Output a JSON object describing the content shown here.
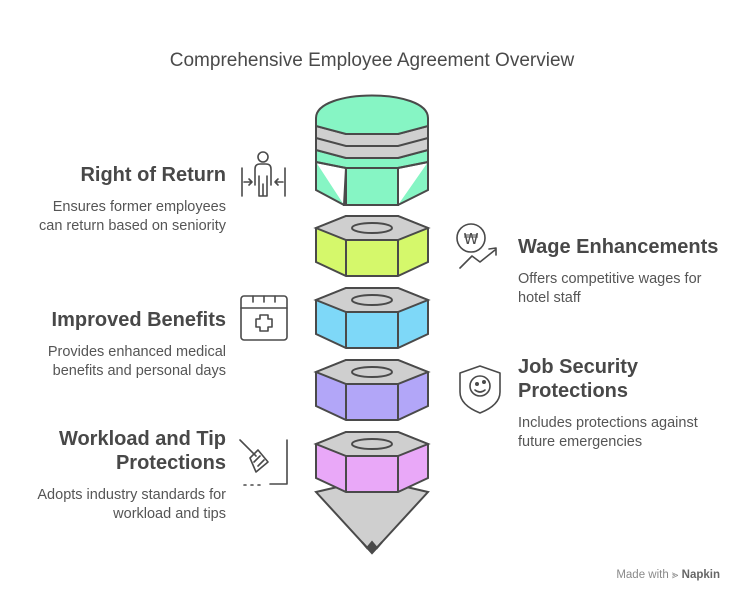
{
  "title": "Comprehensive Employee Agreement Overview",
  "items": [
    {
      "heading_line1": "Right of Return",
      "heading_line2": "",
      "desc_line1": "Ensures former employees",
      "desc_line2": "can return based on seniority",
      "icon": "person-return-icon",
      "side": "left",
      "color": "#86f5c4"
    },
    {
      "heading_line1": "Wage Enhancements",
      "heading_line2": "",
      "desc_line1": "Offers competitive wages for",
      "desc_line2": "hotel staff",
      "icon": "won-growth-icon",
      "side": "right",
      "color": "#d5f86b"
    },
    {
      "heading_line1": "Improved Benefits",
      "heading_line2": "",
      "desc_line1": "Provides enhanced medical",
      "desc_line2": "benefits and personal days",
      "icon": "medical-calendar-icon",
      "side": "left",
      "color": "#7ed8f8"
    },
    {
      "heading_line1": "Job Security",
      "heading_line2": "Protections",
      "desc_line1": "Includes protections against",
      "desc_line2": "future emergencies",
      "icon": "shield-face-icon",
      "side": "right",
      "color": "#b2a6f8"
    },
    {
      "heading_line1": "Workload and Tip",
      "heading_line2": "Protections",
      "desc_line1": "Adopts industry standards for",
      "desc_line2": "workload and tips",
      "icon": "broom-icon",
      "side": "left",
      "color": "#e9a8f8"
    }
  ],
  "footer": {
    "prefix": "Made with",
    "brand": "Napkin"
  }
}
